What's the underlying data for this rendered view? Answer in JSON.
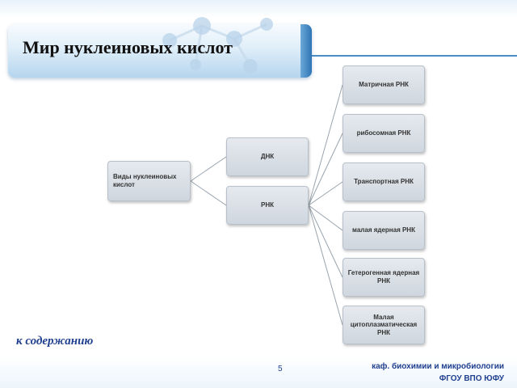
{
  "slide": {
    "title": "Мир нуклеиновых кислот",
    "back_link": "к  содержанию",
    "page_number": "5",
    "footer_line1": "каф. биохимии и микробиологии",
    "footer_line2": "ФГОУ ВПО ЮФУ"
  },
  "diagram": {
    "root": "Виды нуклеиновых кислот",
    "level1": [
      "ДНК",
      "РНК"
    ],
    "rna_types": [
      "Матричная РНК",
      "рибосомная РНК",
      "Транспортная РНК",
      "малая ядерная РНК",
      "Гетерогенная ядерная РНК",
      "Малая цитоплазматическая РНК"
    ]
  },
  "colors": {
    "banner_accent": "#2f74b4",
    "title_text": "#111111",
    "node_fill": "#d8dee5",
    "connector": "#9aa4ae",
    "link_text": "#1f3f8f"
  },
  "icons": {
    "header_decoration": "molecule-graphic"
  }
}
